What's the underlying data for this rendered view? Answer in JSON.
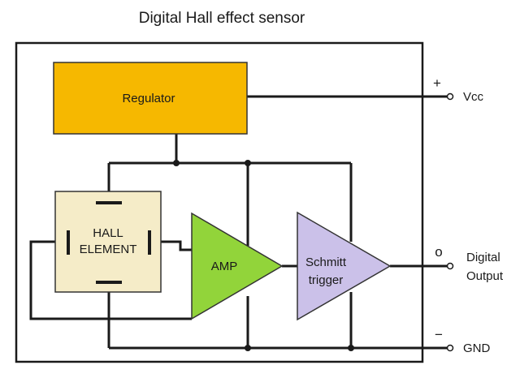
{
  "diagram": {
    "title": "Digital Hall effect sensor",
    "blocks": {
      "regulator": "Regulator",
      "hall_line1": "HALL",
      "hall_line2": "ELEMENT",
      "amp": "AMP",
      "schmitt_line1": "Schmitt",
      "schmitt_line2": "trigger"
    },
    "terminals": {
      "vcc": "Vcc",
      "vcc_sign": "+",
      "output_line1": "Digital",
      "output_line2": "Output",
      "output_sign": "o",
      "gnd": "GND",
      "gnd_sign": "−"
    },
    "colors": {
      "regulator": "#f6b800",
      "hall": "#f5ecc8",
      "amp": "#92d43a",
      "schmitt": "#cbc1e9",
      "wire": "#1a1a1a"
    }
  }
}
